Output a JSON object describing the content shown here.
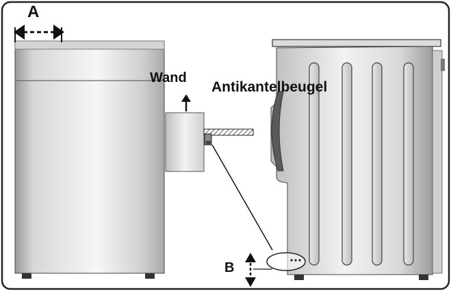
{
  "labels": {
    "dimension_a": "A",
    "dimension_b": "B",
    "wall": "Wand",
    "bracket": "Antikantelbeugel"
  },
  "colors": {
    "frame": "#222222",
    "appliance_light": "#f4f4f4",
    "appliance_mid": "#c9c9c9",
    "appliance_dark": "#8e8e8e",
    "outline": "#333333"
  },
  "icons": [
    "double-arrow-horizontal-icon",
    "double-arrow-vertical-icon",
    "arrow-up-icon"
  ]
}
